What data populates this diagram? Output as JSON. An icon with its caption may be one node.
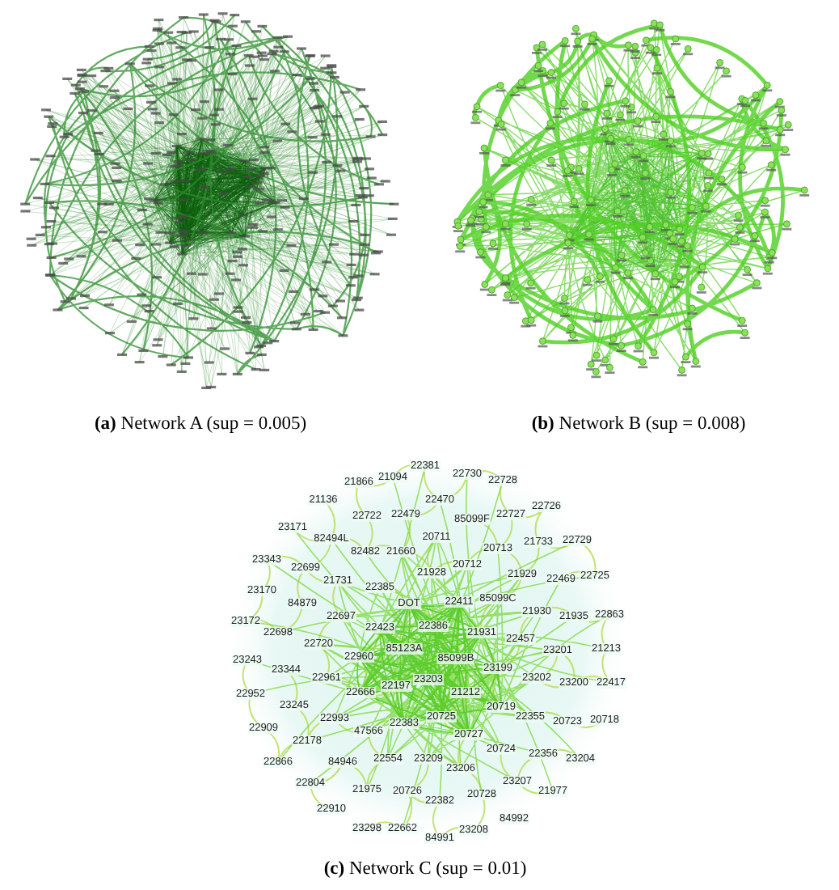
{
  "diagram": {
    "labels": [
      "**(a)** Network A (sup = 0.005)",
      "**(b)** Network B (sup = 0.008)",
      "22381",
      "22730",
      "21094",
      "22728",
      "21866",
      "21136",
      "22470",
      "22726",
      "22727",
      "22479",
      "22722",
      "85099F",
      "23171",
      "20711",
      "82494L",
      "22729",
      "21733",
      "20713",
      "82482",
      "21660",
      "23343",
      "20712",
      "22699",
      "21928",
      "21929",
      "22725",
      "22469",
      "21731",
      "22385",
      "23170",
      "85099C",
      "22411",
      "84879",
      "DOT",
      "21930",
      "22863",
      "21935",
      "22697",
      "23172",
      "22386",
      "22423",
      "22698",
      "21931",
      "22457",
      "22720",
      "85123A",
      "21213",
      "23201",
      "22960",
      "85099B",
      "23243",
      "23344",
      "23199",
      "22961",
      "23202",
      "23203",
      "23200",
      "22417",
      "22197",
      "22666",
      "21212",
      "22952",
      "23245",
      "20719",
      "22355",
      "20725",
      "22993",
      "20718",
      "20723",
      "22383",
      "22909",
      "47566",
      "20727",
      "22178",
      "20724",
      "22356",
      "22554",
      "23209",
      "23204",
      "22866",
      "84946",
      "23206",
      "23207",
      "22804",
      "21975",
      "20726",
      "21977",
      "20728",
      "22382",
      "22910",
      "84992",
      "23298",
      "22662",
      "23208",
      "84991",
      "**(c)** Network C (sup = 0.01)"
    ]
  }
}
